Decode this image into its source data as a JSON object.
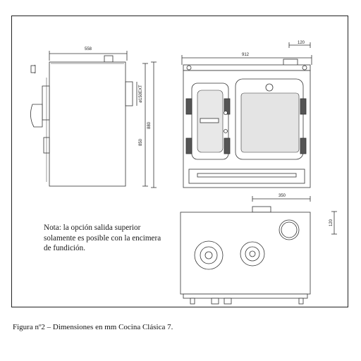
{
  "dimensions": {
    "side_width": "558",
    "side_flue": "ø150EXT",
    "side_height_inner": "850",
    "side_height_outer": "880",
    "front_width": "912",
    "front_flue_offset": "120",
    "top_flue_offset_x": "350",
    "top_flue_offset_y": "120"
  },
  "note": "Nota: la opción salida superior solamente es posible con la encimera de fundición.",
  "caption": "Figura nº2 – Dimensiones en mm Cocina Clásica 7."
}
